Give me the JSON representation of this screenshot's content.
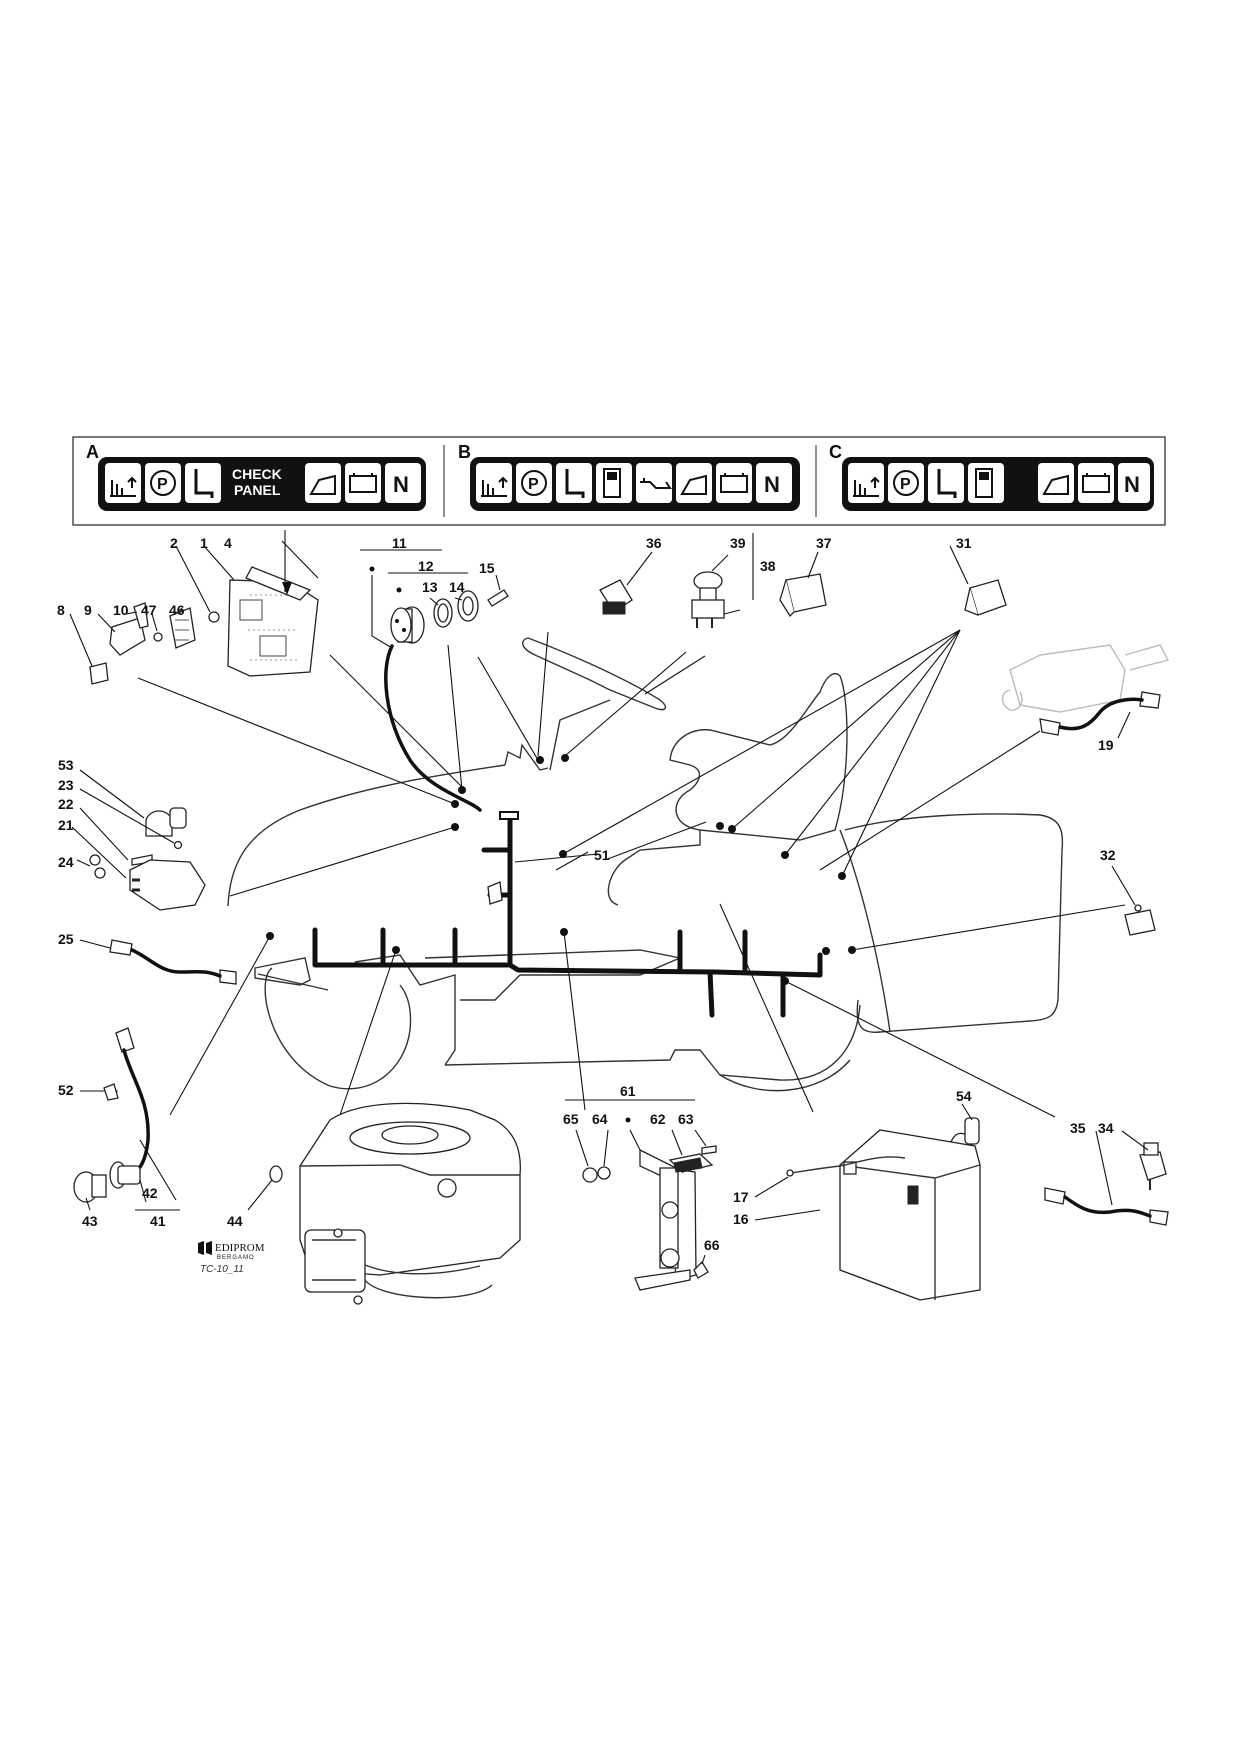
{
  "panels": [
    {
      "letter": "A",
      "text_line1": "CHECK",
      "text_line2": "PANEL",
      "icons": [
        "seat-sensor-icon",
        "parking-brake-icon",
        "seat-icon",
        "blank",
        "blade-icon",
        "battery-icon",
        "neutral-icon"
      ]
    },
    {
      "letter": "B",
      "icons": [
        "seat-sensor-icon",
        "parking-brake-icon",
        "seat-icon",
        "fuel-icon",
        "oil-icon",
        "blade-icon",
        "battery-icon",
        "neutral-icon"
      ]
    },
    {
      "letter": "C",
      "icons": [
        "seat-sensor-icon",
        "parking-brake-icon",
        "seat-icon",
        "fuel-icon",
        "blade-icon",
        "battery-icon",
        "neutral-icon"
      ]
    }
  ],
  "glyphs": {
    "parking": "P",
    "neutral": "N"
  },
  "callouts": {
    "c1": "1",
    "c2": "2",
    "c4": "4",
    "c8": "8",
    "c9": "9",
    "c10": "10",
    "c47": "47",
    "c46": "46",
    "c11": "11",
    "c12": "12",
    "c13": "13",
    "c14": "14",
    "c15": "15",
    "c36": "36",
    "c39": "39",
    "c38": "38",
    "c37": "37",
    "c31": "31",
    "c19": "19",
    "c53": "53",
    "c23": "23",
    "c22": "22",
    "c21": "21",
    "c24": "24",
    "c25": "25",
    "c51": "51",
    "c32": "32",
    "c52": "52",
    "c42": "42",
    "c43": "43",
    "c41": "41",
    "c44": "44",
    "c61": "61",
    "c65": "65",
    "c64": "64",
    "c62": "62",
    "c63": "63",
    "c66": "66",
    "c54": "54",
    "c17": "17",
    "c16": "16",
    "c35": "35",
    "c34": "34"
  },
  "logo": {
    "name": "EDIPROM",
    "city": "BERGAMO",
    "drawing_code": "TC-10_11"
  }
}
